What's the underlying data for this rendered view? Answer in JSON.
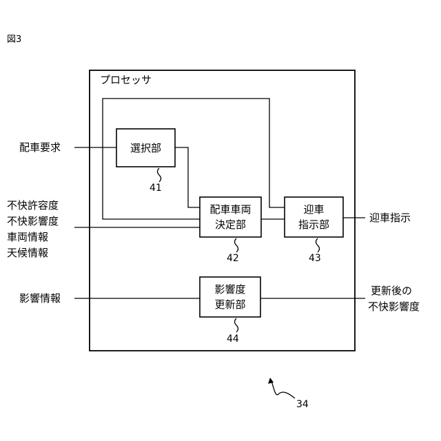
{
  "figure_label": "図3",
  "processor": {
    "title": "プロセッサ",
    "ref": "34"
  },
  "blocks": {
    "selection": {
      "line1": "選択部",
      "ref": "41"
    },
    "dispatch": {
      "line1": "配車車両",
      "line2": "決定部",
      "ref": "42"
    },
    "pickup": {
      "line1": "迎車",
      "line2": "指示部",
      "ref": "43"
    },
    "update": {
      "line1": "影響度",
      "line2": "更新部",
      "ref": "44"
    }
  },
  "inputs": {
    "request": "配車要求",
    "dispatch_inputs": [
      "不快許容度",
      "不快影響度",
      "車両情報",
      "天候情報"
    ],
    "influence": "影響情報"
  },
  "outputs": {
    "pickup": "迎車指示",
    "update": [
      "更新後の",
      "不快影響度"
    ]
  }
}
